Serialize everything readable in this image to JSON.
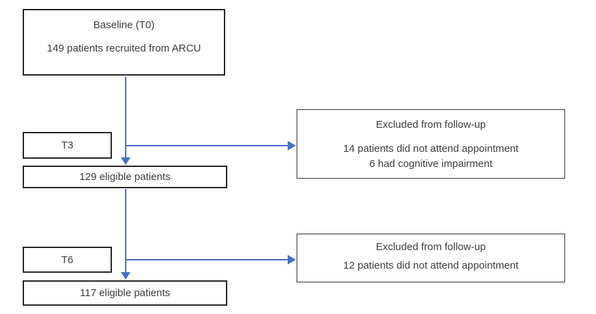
{
  "colors": {
    "arrow": "#4472C4",
    "border": "#262626",
    "text": "#3b3b3b"
  },
  "diagram": {
    "baseline": {
      "title": "Baseline (T0)",
      "body": "149 patients recruited from ARCU"
    },
    "t3": {
      "stage_label": "T3",
      "eligible": "129 eligible patients",
      "excluded": {
        "title": "Excluded from follow-up",
        "lines": [
          "14 patients did not attend appointment",
          "6 had cognitive impairment"
        ]
      }
    },
    "t6": {
      "stage_label": "T6",
      "eligible": "117 eligible patients",
      "excluded": {
        "title": "Excluded from follow-up",
        "lines": [
          "12 patients did not attend appointment"
        ]
      }
    }
  }
}
